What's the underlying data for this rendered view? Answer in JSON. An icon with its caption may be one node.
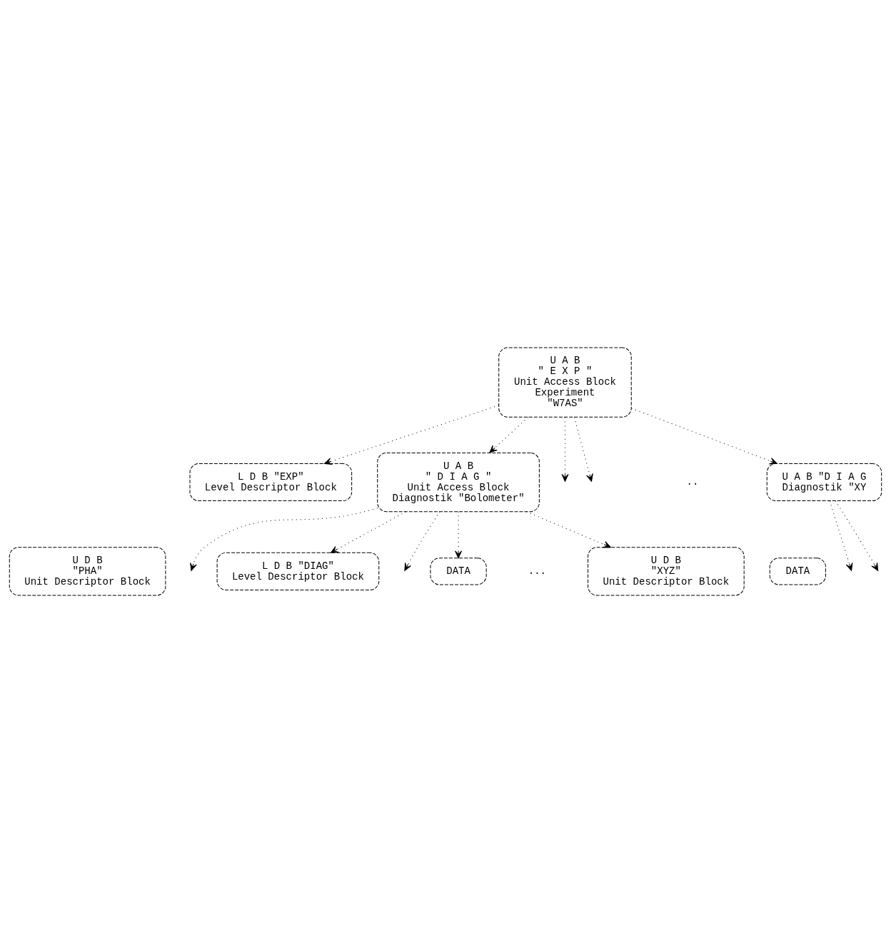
{
  "diagram": {
    "nodes": [
      {
        "text": [
          "U A B",
          "\" E X P \"",
          "Unit Access Block",
          "Experiment",
          "\"W7AS\""
        ]
      },
      {
        "text": [
          "L D B \"EXP\"",
          "Level Descriptor Block"
        ]
      },
      {
        "text": [
          "U A B",
          "\" D I A G \"",
          "Unit Access Block",
          "Diagnostik \"Bolometer\""
        ]
      },
      {
        "text": [
          "U A B \"D I A G",
          "Diagnostik \"XY"
        ]
      },
      {
        "text": [
          "L D B \"DIAG\"",
          "Level Descriptor Block"
        ]
      },
      {
        "text": [
          "U D B",
          "\"PHA\"",
          "Unit Descriptor Block"
        ]
      },
      {
        "text": [
          "DATA"
        ]
      },
      {
        "text": [
          "U D B",
          "\"XYZ\"",
          "Unit Descriptor Block"
        ]
      },
      {
        "text": [
          "DATA"
        ]
      }
    ],
    "edges": [
      {
        "from": 0,
        "to": 1,
        "arrow": "to"
      },
      {
        "from": 0,
        "to": 2,
        "arrow": "to"
      },
      {
        "from": 0,
        "to": null,
        "arrow": "to"
      },
      {
        "from": 0,
        "to": null,
        "arrow": "to"
      },
      {
        "from": 0,
        "to": 3,
        "arrow": "to"
      },
      {
        "from": 2,
        "to": 4,
        "arrow": "to"
      },
      {
        "from": 2,
        "to": 6,
        "arrow": "to"
      },
      {
        "from": 2,
        "to": null,
        "arrow": "to"
      },
      {
        "from": 2,
        "to": null,
        "arrow": "to"
      },
      {
        "from": 2,
        "to": 7,
        "arrow": "to"
      },
      {
        "from": 3,
        "to": null,
        "arrow": "to"
      },
      {
        "from": 3,
        "to": null,
        "arrow": "to"
      }
    ],
    "labels": [
      "..",
      "..."
    ]
  }
}
